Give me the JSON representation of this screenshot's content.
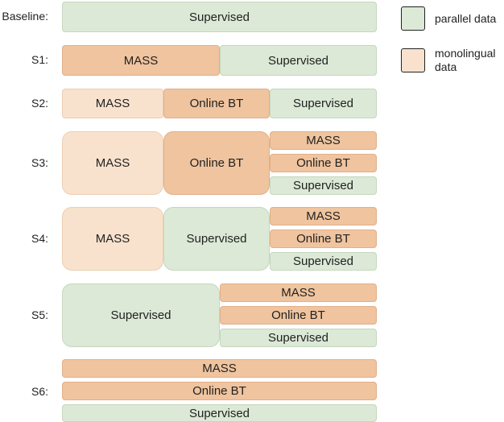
{
  "colors": {
    "parallel": "#dbe9d6",
    "monolingual_light": "#f8e2cd",
    "monolingual": "#efc49e"
  },
  "rows": {
    "baseline": {
      "label": "Baseline:"
    },
    "s1": {
      "label": "S1:"
    },
    "s2": {
      "label": "S2:"
    },
    "s3": {
      "label": "S3:"
    },
    "s4": {
      "label": "S4:"
    },
    "s5": {
      "label": "S5:"
    },
    "s6": {
      "label": "S6:"
    }
  },
  "blocks": {
    "mass": "MASS",
    "online_bt": "Online BT",
    "supervised": "Supervised"
  },
  "legend": {
    "parallel": "parallel data",
    "monolingual_line1": "monolingual",
    "monolingual_line2": "data"
  }
}
